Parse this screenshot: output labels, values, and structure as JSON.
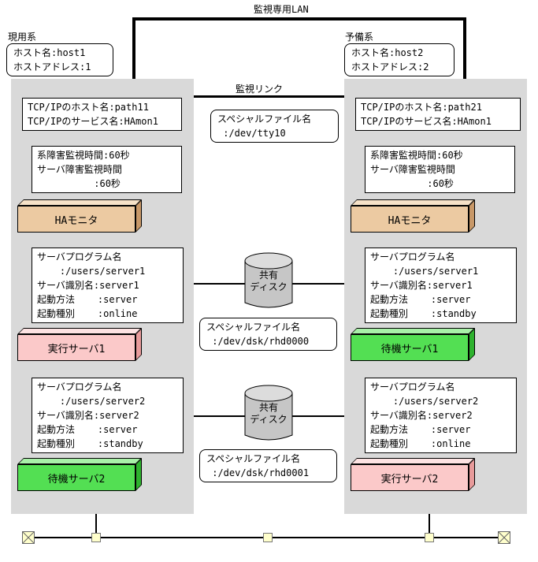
{
  "lan": {
    "label": "監視専用LAN"
  },
  "link": {
    "label": "監視リンク",
    "file_lines": [
      "スペシャルファイル名",
      " :/dev/tty10"
    ]
  },
  "disk1": {
    "name_lines": [
      "共有",
      "ディスク"
    ],
    "file_lines": [
      "スペシャルファイル名",
      " :/dev/dsk/rhd0000"
    ]
  },
  "disk2": {
    "name_lines": [
      "共有",
      "ディスク"
    ],
    "file_lines": [
      "スペシャルファイル名",
      " :/dev/dsk/rhd0001"
    ]
  },
  "active": {
    "system_label": "現用系",
    "host_lines": [
      "ホスト名:host1",
      "ホストアドレス:1"
    ],
    "tcpip_lines": [
      "TCP/IPのホスト名:path11",
      "TCP/IPのサービス名:HAmon1"
    ],
    "monitor_lines": [
      "系障害監視時間:60秒",
      "サーバ障害監視時間",
      "          :60秒"
    ],
    "ha_label": "HAモニタ",
    "server1_lines": [
      "サーバプログラム名",
      "    :/users/server1",
      "サーバ識別名:server1",
      "起動方法    :server",
      "起動種別    :online"
    ],
    "server1_label": "実行サーバ1",
    "server2_lines": [
      "サーバプログラム名",
      "    :/users/server2",
      "サーバ識別名:server2",
      "起動方法    :server",
      "起動種別    :standby"
    ],
    "server2_label": "待機サーバ2"
  },
  "standby": {
    "system_label": "予備系",
    "host_lines": [
      "ホスト名:host2",
      "ホストアドレス:2"
    ],
    "tcpip_lines": [
      "TCP/IPのホスト名:path21",
      "TCP/IPのサービス名:HAmon1"
    ],
    "monitor_lines": [
      "系障害監視時間:60秒",
      "サーバ障害監視時間",
      "          :60秒"
    ],
    "ha_label": "HAモニタ",
    "server1_lines": [
      "サーバプログラム名",
      "    :/users/server1",
      "サーバ識別名:server1",
      "起動方法    :server",
      "起動種別    :standby"
    ],
    "server1_label": "待機サーバ1",
    "server2_lines": [
      "サーバプログラム名",
      "    :/users/server2",
      "サーバ識別名:server2",
      "起動方法    :server",
      "起動種別    :online"
    ],
    "server2_label": "実行サーバ2"
  },
  "colors": {
    "panel_gray": "#d9d9d9",
    "ha_monitor_face": "#eccaa2",
    "active_server_face": "#fbc9c9",
    "standby_server_face": "#53df53",
    "disk_body": "#c6c6c6",
    "node_fill": "#ffffcc",
    "line": "#000000"
  }
}
